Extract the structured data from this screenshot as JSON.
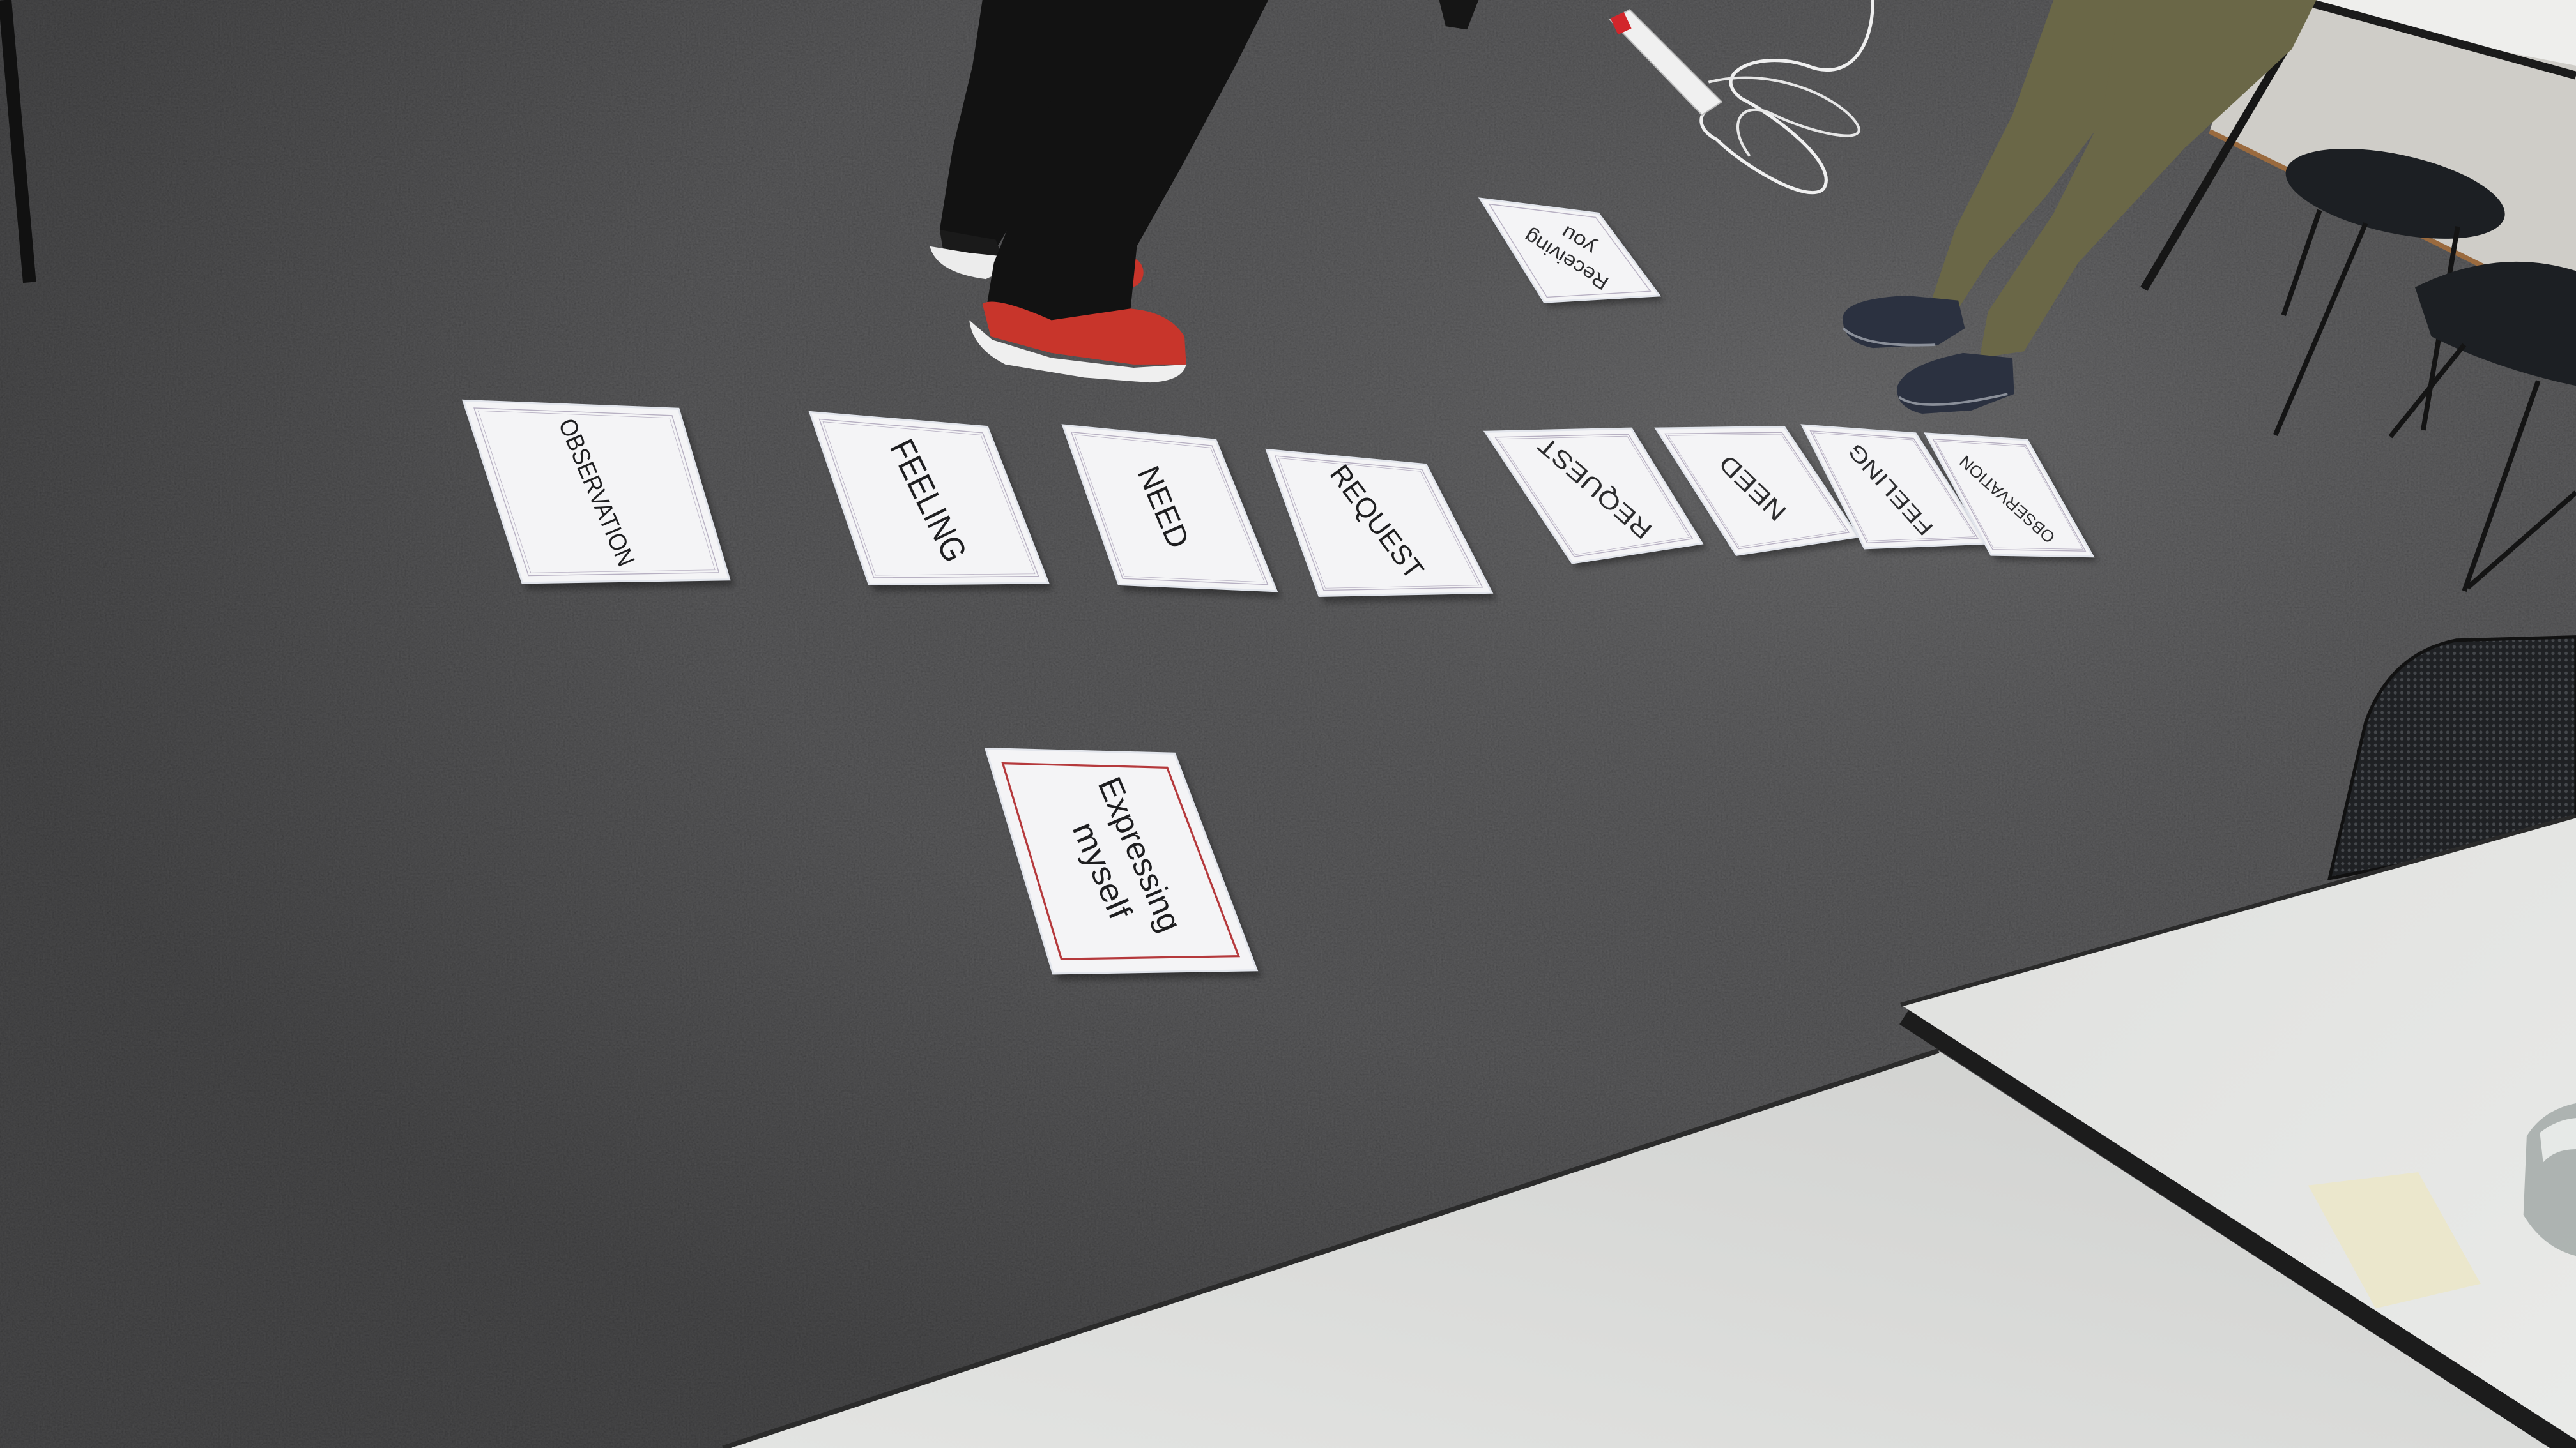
{
  "photo": {
    "cards": [
      {
        "lines": [
          "OBSERVATION"
        ]
      },
      {
        "lines": [
          "FEELING"
        ]
      },
      {
        "lines": [
          "NEED"
        ]
      },
      {
        "lines": [
          "REQUEST"
        ]
      },
      {
        "lines": [
          "REQUEST"
        ]
      },
      {
        "lines": [
          "NEED"
        ]
      },
      {
        "lines": [
          "FEELING"
        ]
      },
      {
        "lines": [
          "OBSERVATION"
        ]
      },
      {
        "lines": [
          "Receiving",
          "you"
        ]
      },
      {
        "lines": [
          "Expressing",
          "myself"
        ]
      }
    ]
  },
  "colors": {
    "carpet": "#363638",
    "card_paper": "#f4f4f6",
    "card_border": "#b7b0c2",
    "expressing_border": "#b5393c",
    "trousers_black": "#121212",
    "trousers_olive": "#6a6747",
    "shoe_red": "#c8352b"
  }
}
